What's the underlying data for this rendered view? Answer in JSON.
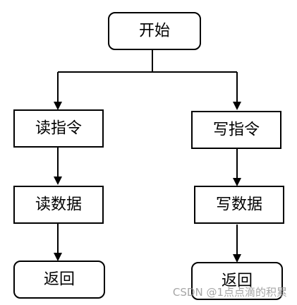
{
  "nodes": {
    "start": "开始",
    "read_instruction": "读指令",
    "write_instruction": "写指令",
    "read_data": "读数据",
    "write_data": "写数据",
    "return_left": "返回",
    "return_right": "返回"
  },
  "watermark": "CSDN @1点点滴的积累",
  "colors": {
    "stroke": "#000000",
    "background": "#ffffff",
    "watermark": "#969696"
  }
}
